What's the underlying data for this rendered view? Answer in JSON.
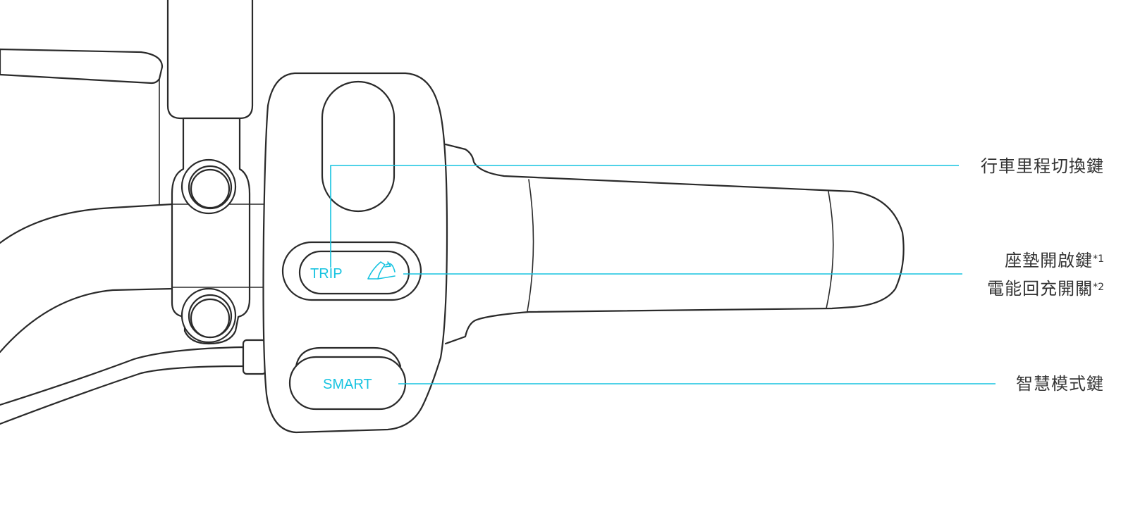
{
  "accent_color": "#17c3e0",
  "buttons": {
    "trip_label": "TRIP",
    "smart_label": "SMART",
    "seat_icon": "seat-open-icon"
  },
  "callouts": {
    "trip_key": "行車里程切換鍵",
    "seat_key": "座墊開啟鍵",
    "seat_key_note": "*1",
    "regen_switch": "電能回充開關",
    "regen_switch_note": "*2",
    "smart_key": "智慧模式鍵"
  }
}
